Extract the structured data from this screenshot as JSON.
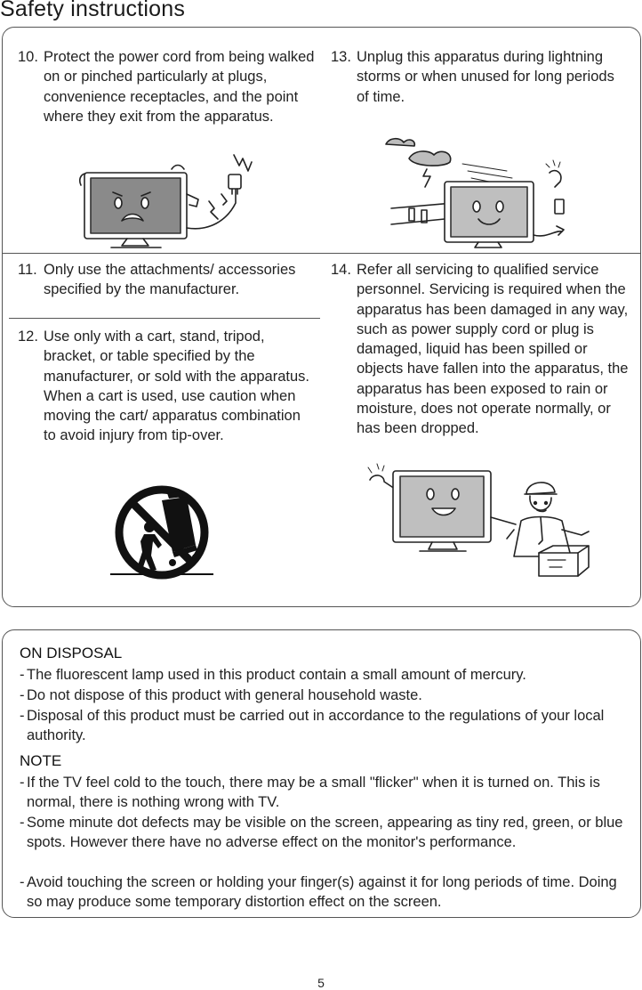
{
  "page": {
    "title": "Safety instructions",
    "page_number": "5"
  },
  "instructions": [
    {
      "number": "10.",
      "text": "Protect the power cord from being walked on or pinched particularly at plugs, convenience receptacles, and the point where they exit from the apparatus."
    },
    {
      "number": "11.",
      "text": "Only use the attachments/ accessories specified by the manufacturer."
    },
    {
      "number": "12.",
      "text": "Use only with a cart, stand, tripod, bracket, or table specified by the manufacturer, or sold with the apparatus. When a cart is used, use caution when moving the cart/ apparatus combination to avoid injury from tip-over."
    },
    {
      "number": "13.",
      "text": "Unplug this apparatus during lightning storms or when unused for long periods of time."
    },
    {
      "number": "14.",
      "text": "Refer all servicing to qualified service personnel. Servicing is required when the apparatus has been damaged in any way, such as power supply cord or plug is damaged, liquid has been spilled or objects have fallen into the apparatus, the apparatus has been exposed to rain or moisture, does not operate normally, or has been dropped."
    }
  ],
  "illustrations": [
    {
      "icon": "tv-power-cord-pinched-icon"
    },
    {
      "icon": "tv-lightning-unplug-icon"
    },
    {
      "icon": "cart-tip-over-warning-icon"
    },
    {
      "icon": "tv-service-technician-icon"
    }
  ],
  "disposal": {
    "heading": "ON DISPOSAL",
    "items": [
      "The fluorescent lamp used in this product contain a small amount of mercury.",
      "Do not dispose of this product with general household waste.",
      "Disposal of this product must be carried out in accordance to the regulations of your local authority."
    ]
  },
  "note": {
    "heading": "NOTE",
    "items": [
      "If the TV feel cold to the touch, there may be a small \"flicker\" when it is turned on. This is normal, there is nothing wrong with TV.",
      "Some minute dot defects may be visible on the screen, appearing as tiny red, green, or blue spots. However there have no adverse effect on the monitor's performance.",
      "Avoid touching the screen or holding your finger(s) against it for long periods of time. Doing so may produce some temporary distortion effect on the screen."
    ]
  }
}
